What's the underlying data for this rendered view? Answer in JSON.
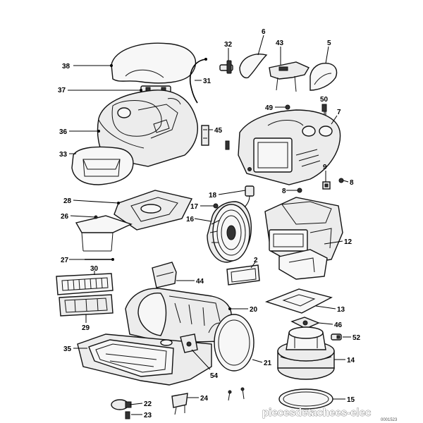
{
  "diagram": {
    "labels": {
      "p38": "38",
      "p37": "37",
      "p36": "36",
      "p33": "33",
      "p31": "31",
      "p32": "32",
      "p6": "6",
      "p43": "43",
      "p5": "5",
      "p45": "45",
      "p50": "50",
      "p49": "49",
      "p7": "7",
      "p28": "28",
      "p26": "26",
      "p27": "27",
      "p18": "18",
      "p17": "17",
      "p16": "16",
      "p8a": "8",
      "p9": "9",
      "p8b": "8",
      "p12": "12",
      "p2": "2",
      "p30": "30",
      "p29": "29",
      "p44": "44",
      "p20": "20",
      "p13": "13",
      "p46": "46",
      "p52": "52",
      "p35": "35",
      "p54": "54",
      "p21": "21",
      "p14": "14",
      "p22": "22",
      "p23": "23",
      "p24": "24",
      "p15": "15"
    },
    "watermark": "piecesdetachees-elec",
    "drawing_code": "0001523"
  }
}
